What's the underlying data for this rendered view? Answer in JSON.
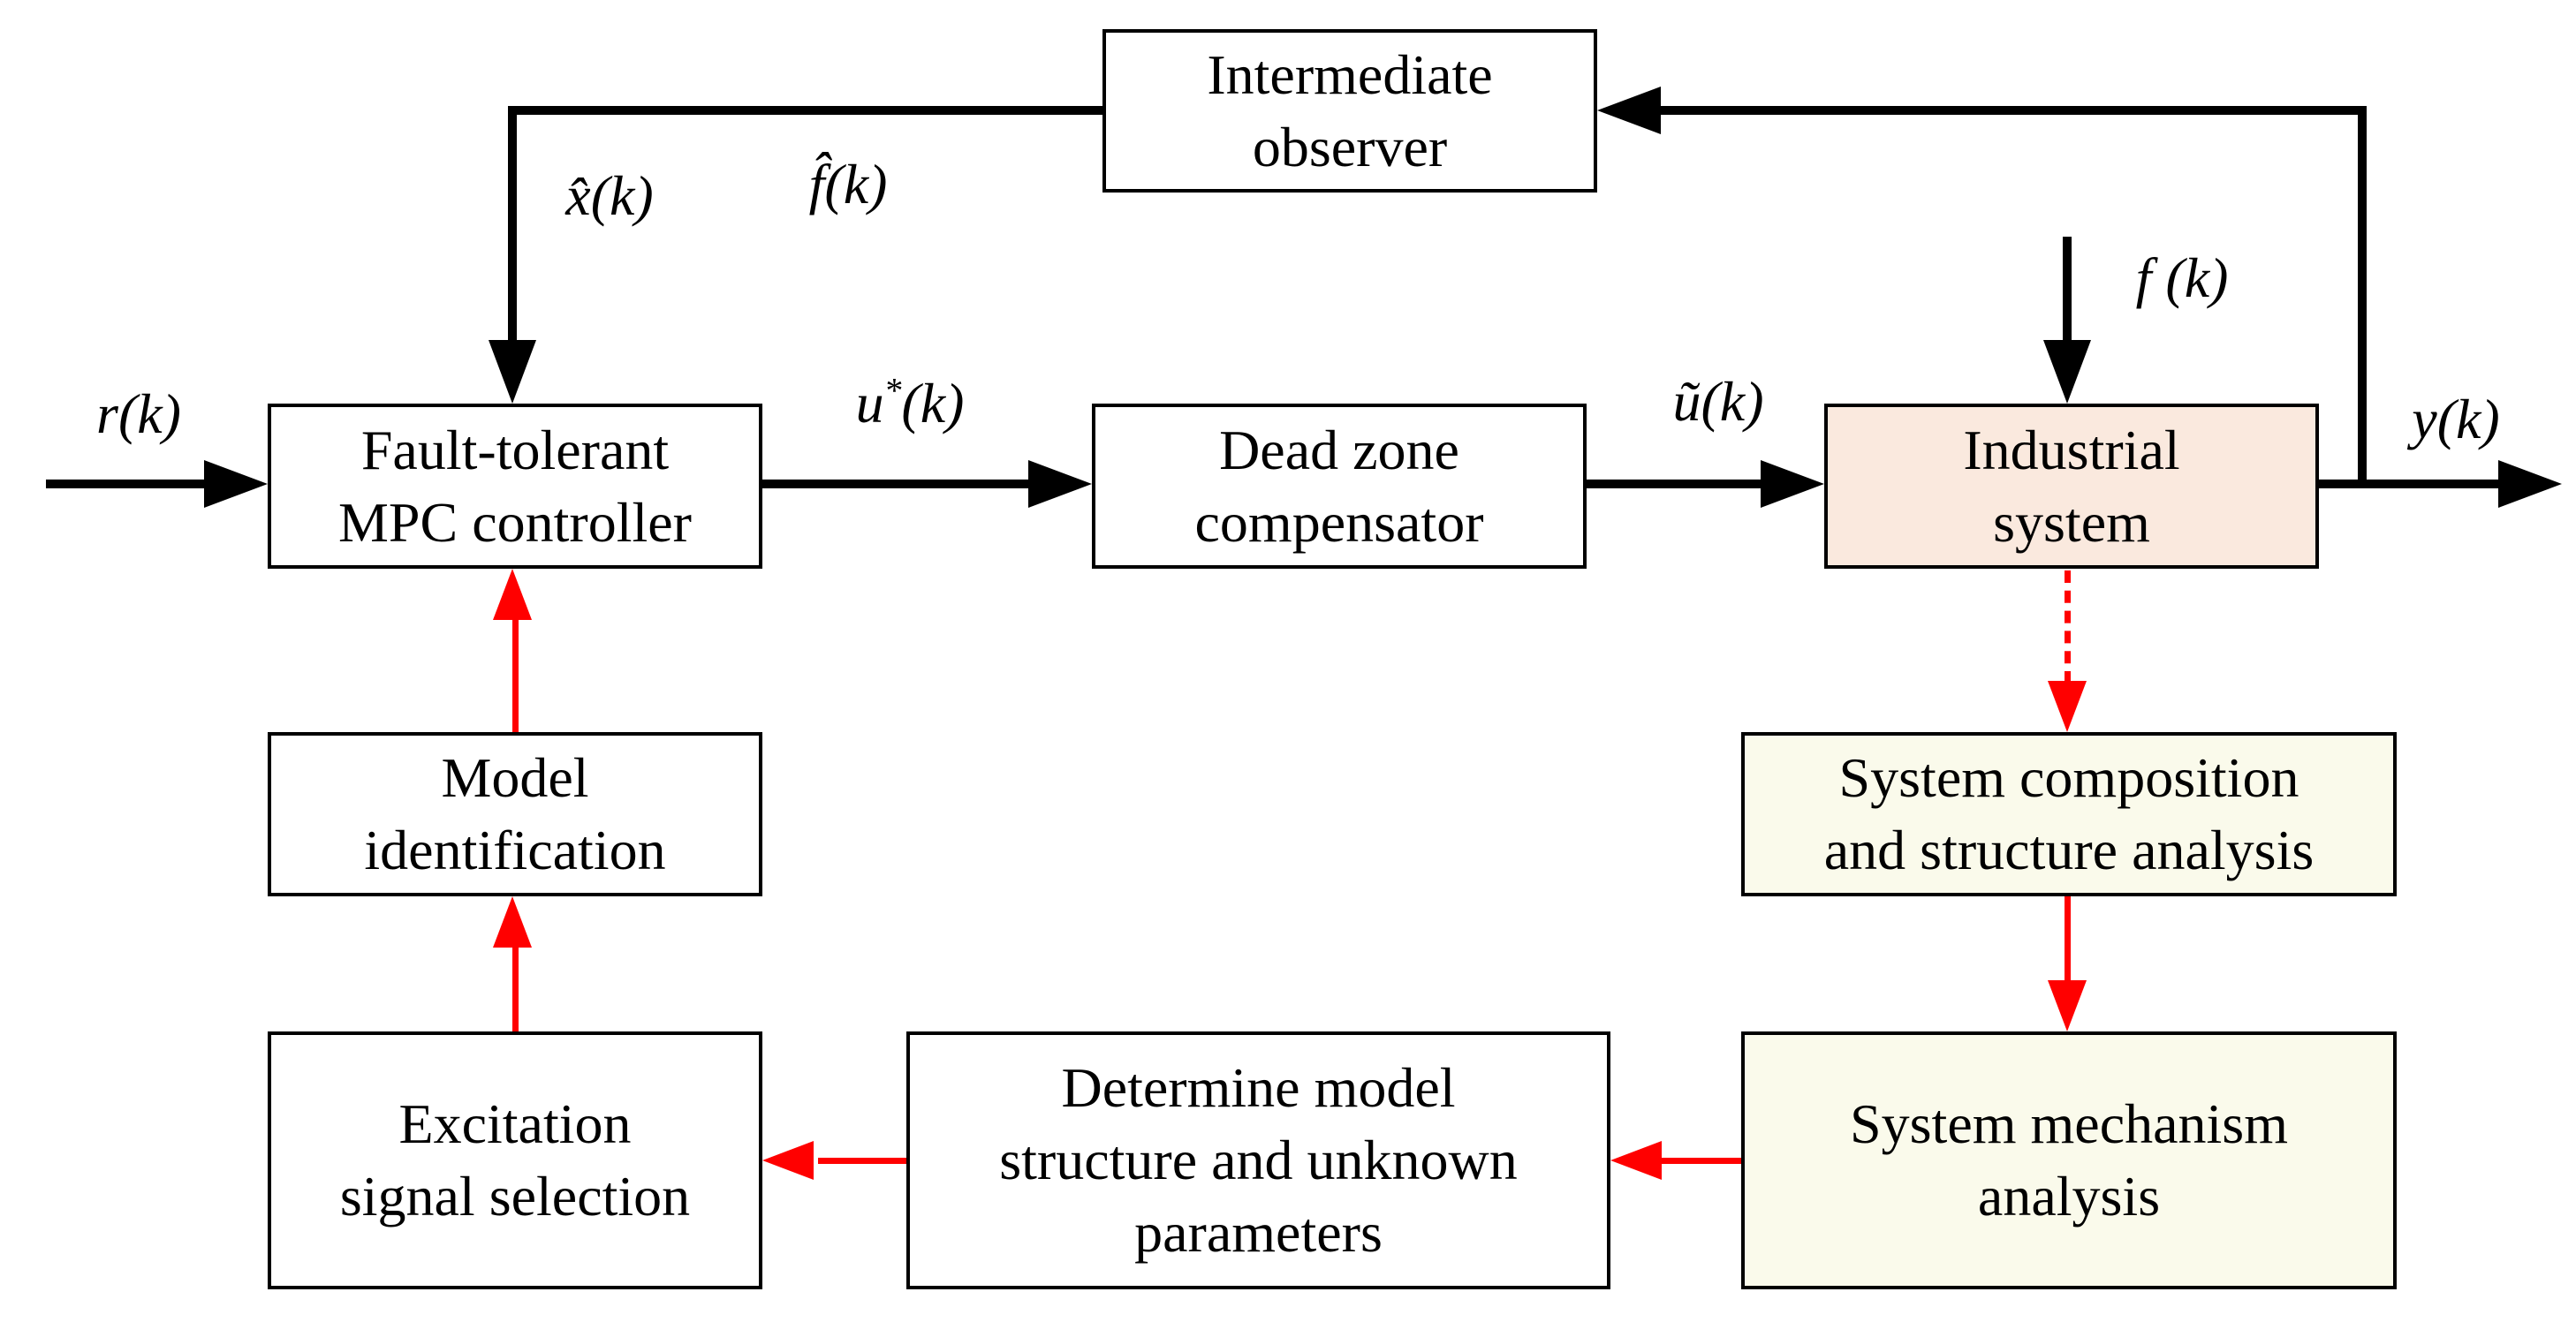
{
  "boxes": {
    "observer": {
      "lines": [
        "Intermediate",
        "observer"
      ]
    },
    "mpc": {
      "lines": [
        "Fault-tolerant",
        "MPC controller"
      ]
    },
    "deadzone": {
      "lines": [
        "Dead zone",
        "compensator"
      ]
    },
    "industrial": {
      "lines": [
        "Industrial",
        "system"
      ]
    },
    "model_id": {
      "lines": [
        "Model",
        "identification"
      ]
    },
    "composition": {
      "lines": [
        "System composition",
        "and structure analysis"
      ]
    },
    "excitation": {
      "lines": [
        "Excitation",
        "signal selection"
      ]
    },
    "determine": {
      "lines": [
        "Determine model",
        "structure and unknown",
        "parameters"
      ]
    },
    "mechanism": {
      "lines": [
        "System mechanism",
        "analysis"
      ]
    }
  },
  "signals": {
    "r": "r(k)",
    "xhat": "x̂(k)",
    "fhat": "f̂(k)",
    "ustar": {
      "base": "u",
      "sup": "*",
      "rest": "(k)"
    },
    "utilde": "ũ(k)",
    "f": "f (k)",
    "y": "y(k)"
  },
  "colors": {
    "line_black": "#000000",
    "accent_red": "#ff0000",
    "industrial_fill": "#fae9de",
    "analysis_fill": "#fafaeb",
    "box_bg": "#ffffff",
    "page_bg": "#ffffff"
  }
}
